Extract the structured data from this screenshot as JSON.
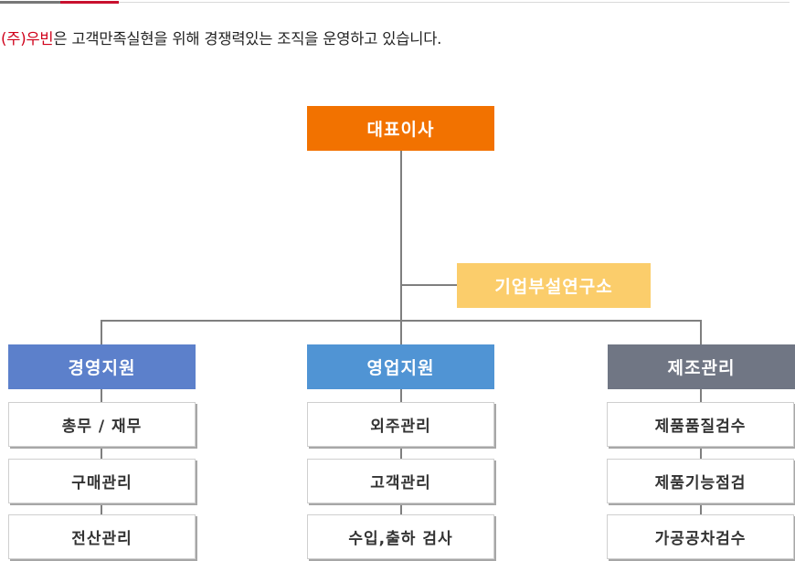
{
  "intro": {
    "company": "(주)우빈",
    "rest": "은 고객만족실현을 위해 경쟁력있는 조직을 운영하고 있습니다."
  },
  "org": {
    "ceo": "대표이사",
    "lab": "기업부설연구소",
    "departments": [
      {
        "name": "경영지원",
        "color": "#5c80cb",
        "teams": [
          "총무 / 재무",
          "구매관리",
          "전산관리"
        ]
      },
      {
        "name": "영업지원",
        "color": "#5094d4",
        "teams": [
          "외주관리",
          "고객관리",
          "수입,출하 검사"
        ]
      },
      {
        "name": "제조관리",
        "color": "#707684",
        "teams": [
          "제품품질검수",
          "제품기능점검",
          "가공공차검수"
        ]
      }
    ]
  },
  "colors": {
    "ceo": "#f27200",
    "lab": "#fbcd6b",
    "company_text": "#d0021b"
  }
}
